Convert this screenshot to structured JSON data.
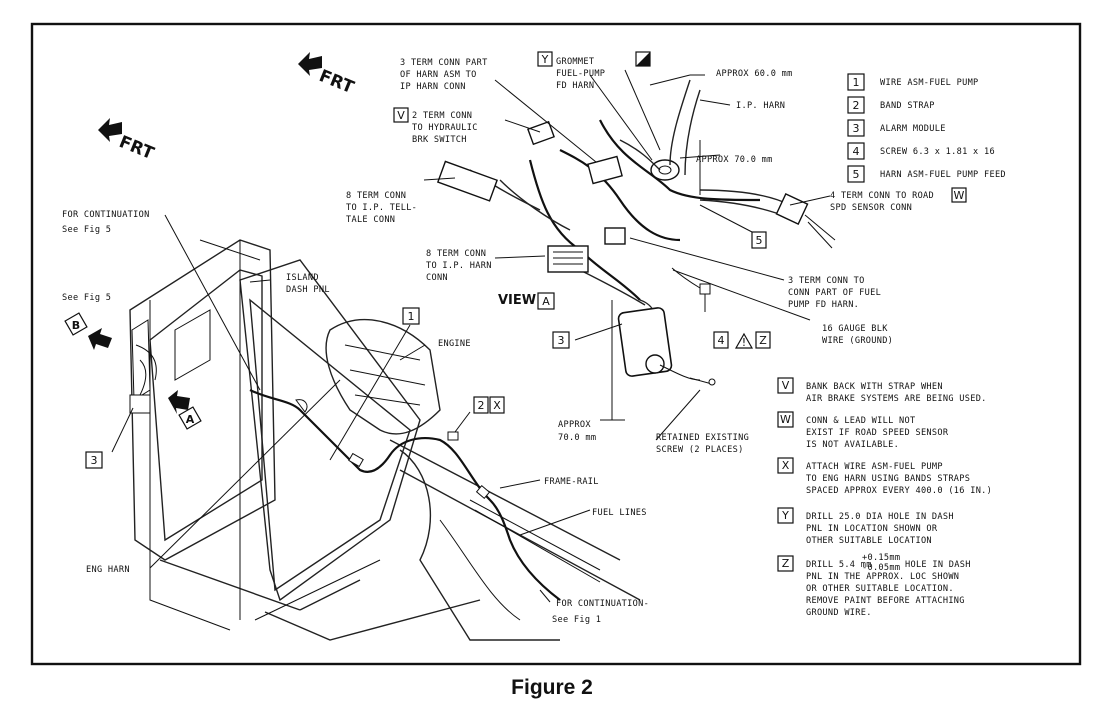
{
  "figure": {
    "caption": "Figure 2"
  },
  "directions": {
    "frt_top": "FRT",
    "frt_left": "FRT"
  },
  "views": {
    "view_a": "VIEW",
    "a": "A",
    "b": "B",
    "a_small": "A"
  },
  "callouts": {
    "c1_main": "1",
    "c3_left": "3",
    "c3_main": "3",
    "c5": "5",
    "c2": "2",
    "x": "X",
    "c4": "4",
    "z": "Z",
    "v": "V",
    "y": "Y",
    "w": "W"
  },
  "labels": {
    "three_term_part": [
      "3 TERM CONN PART",
      "OF HARN ASM TO",
      "IP HARN CONN"
    ],
    "grommet": [
      "GROMMET",
      "FUEL-PUMP",
      "FD HARN"
    ],
    "approx_60": "APPROX 60.0 mm",
    "ip_harn": "I.P. HARN",
    "approx_70_top": "APPROX 70.0 mm",
    "two_term": [
      "2 TERM CONN",
      "TO HYDRAULIC",
      "BRK SWITCH"
    ],
    "eight_term_tell": [
      "8 TERM CONN",
      "TO I.P. TELL-",
      "TALE CONN"
    ],
    "eight_term_ip": [
      "8 TERM CONN",
      "TO I.P. HARN",
      "CONN"
    ],
    "four_term": [
      "4 TERM CONN TO ROAD",
      "SPD SENSOR CONN"
    ],
    "three_term_fuel": [
      "3 TERM CONN TO",
      "CONN PART OF FUEL",
      "PUMP FD HARN."
    ],
    "gauge_blk": [
      "16 GAUGE BLK",
      "WIRE (GROUND)"
    ],
    "for_cont_top": [
      "FOR CONTINUATION",
      "See Fig 5"
    ],
    "see_fig5": "See Fig 5",
    "island_dash": [
      "ISLAND",
      "DASH PNL"
    ],
    "engine": "ENGINE",
    "approx_70_low": [
      "APPROX",
      "70.0 mm"
    ],
    "retained": [
      "RETAINED EXISTING",
      "SCREW (2 PLACES)"
    ],
    "frame_rail": "FRAME-RAIL",
    "fuel_lines": "FUEL LINES",
    "eng_harn": "ENG HARN",
    "for_cont_bottom": [
      "FOR CONTINUATION-",
      "See Fig 1"
    ]
  },
  "legend": [
    {
      "n": "1",
      "text": "WIRE ASM-FUEL PUMP"
    },
    {
      "n": "2",
      "text": "BAND STRAP"
    },
    {
      "n": "3",
      "text": "ALARM MODULE"
    },
    {
      "n": "4",
      "text": "SCREW  6.3 x 1.81 x 16"
    },
    {
      "n": "5",
      "text": "HARN ASM-FUEL PUMP FEED"
    }
  ],
  "notes": [
    {
      "k": "V",
      "lines": [
        "BANK BACK WITH STRAP WHEN",
        "AIR BRAKE SYSTEMS ARE BEING USED."
      ]
    },
    {
      "k": "W",
      "lines": [
        "CONN & LEAD WILL NOT",
        "EXIST IF ROAD SPEED SENSOR",
        "IS NOT AVAILABLE."
      ]
    },
    {
      "k": "X",
      "lines": [
        "ATTACH WIRE ASM-FUEL PUMP",
        "TO ENG HARN USING BANDS STRAPS",
        "SPACED APPROX EVERY 400.0 (16 IN.)"
      ]
    },
    {
      "k": "Y",
      "lines": [
        "DRILL 25.0 DIA HOLE IN DASH",
        "PNL IN LOCATION SHOWN OR",
        "OTHER SUITABLE LOCATION"
      ]
    },
    {
      "k": "Z",
      "lines": [
        "DRILL 5.4 mm",
        "HOLE IN DASH",
        "PNL IN THE APPROX. LOC SHOWN",
        "OR OTHER SUITABLE LOCATION.",
        "REMOVE PAINT BEFORE ATTACHING",
        "GROUND WIRE."
      ],
      "tol_plus": "+0.15mm",
      "tol_minus": "-0.05mm"
    }
  ]
}
